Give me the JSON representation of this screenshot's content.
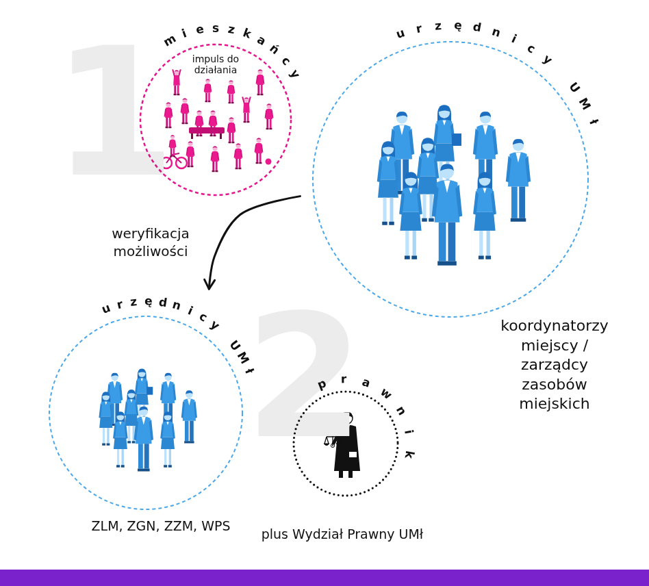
{
  "diagram": {
    "nodes": [
      {
        "text": [
          "mieszkańcy",
          "impuls do działania"
        ]
      },
      {
        "text": [
          "urzędnicy UMł",
          "koordynatorzy miejscy / zarządcy zasobów miejskich"
        ]
      },
      {
        "text": [
          "urzędnicy UMł",
          "ZLM, ZGN, ZZM, WPS"
        ]
      },
      {
        "text": [
          "prawnik",
          "plus Wydział Prawny UMł"
        ]
      }
    ],
    "edges": [
      {
        "from": 1,
        "to": 2,
        "arrow": "to",
        "label": "weryfikacja możliwości"
      }
    ],
    "labels": [
      "1",
      "2"
    ]
  }
}
